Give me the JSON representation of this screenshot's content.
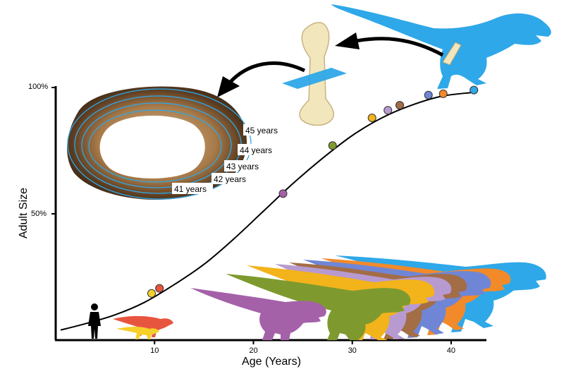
{
  "chart_data": {
    "type": "scatter",
    "title": "",
    "xlabel": "Age (Years)",
    "ylabel": "Adult Size",
    "x_ticks": [
      10,
      20,
      30,
      40
    ],
    "y_ticks": [
      {
        "value": 50,
        "label": "50%"
      },
      {
        "value": 100,
        "label": "100%"
      }
    ],
    "xlim": [
      0,
      43
    ],
    "ylim": [
      0,
      100
    ],
    "grid": false,
    "growth_curve": [
      [
        0.5,
        4
      ],
      [
        3,
        6.5
      ],
      [
        6,
        10
      ],
      [
        9,
        15
      ],
      [
        12,
        22
      ],
      [
        15,
        30
      ],
      [
        18,
        40
      ],
      [
        21,
        51
      ],
      [
        24,
        62
      ],
      [
        27,
        72
      ],
      [
        30,
        81
      ],
      [
        33,
        88
      ],
      [
        36,
        93
      ],
      [
        39,
        96.5
      ],
      [
        42,
        98
      ]
    ],
    "points": [
      {
        "x": 9.7,
        "y": 18.5,
        "color": "#f6d02a"
      },
      {
        "x": 10.5,
        "y": 20.5,
        "color": "#e8553f"
      },
      {
        "x": 23,
        "y": 58,
        "color": "#a461a8"
      },
      {
        "x": 28,
        "y": 77,
        "color": "#7e9a2e"
      },
      {
        "x": 32,
        "y": 88,
        "color": "#f3b31b"
      },
      {
        "x": 33.6,
        "y": 91,
        "color": "#b79ad0"
      },
      {
        "x": 34.8,
        "y": 93,
        "color": "#a36d46"
      },
      {
        "x": 37.7,
        "y": 97,
        "color": "#6f86d6"
      },
      {
        "x": 39.2,
        "y": 97.5,
        "color": "#f28a2a"
      },
      {
        "x": 42.3,
        "y": 99,
        "color": "#2ea8e8"
      }
    ],
    "ring_labels": [
      "45 years",
      "44 years",
      "43 years",
      "42 years",
      "41 years"
    ]
  },
  "colors": {
    "trex_blue": "#2ea8e8",
    "bone": "#f2e6bd",
    "plane": "#2ea8e8",
    "ring_line": "#2ea8e8"
  }
}
